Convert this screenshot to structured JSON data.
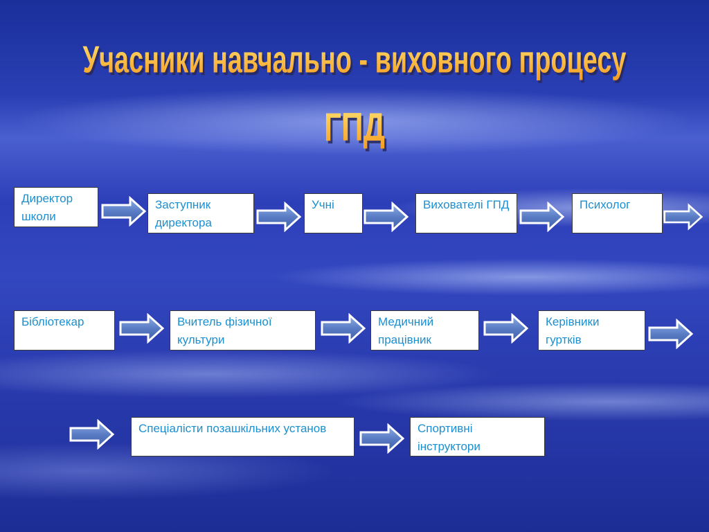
{
  "title": {
    "line1": "Учасники навчально - виховного процесу",
    "line2": "ГПД"
  },
  "rows": [
    [
      "Директор школи",
      "Заступник директора",
      "Учні",
      "Вихователі ГПД",
      "Психолог"
    ],
    [
      "Бібліотекар",
      "Вчитель фізичної культури",
      "Медичний працівник",
      "Керівники гуртків"
    ],
    [
      "Спеціалісти позашкільних установ",
      "Спортивні інструктори"
    ]
  ],
  "colors": {
    "box_text": "#1b8fd0",
    "arrow_fill": "#5a7cc4",
    "title": "#f7a428"
  },
  "icons": [
    "arrow-right-icon"
  ]
}
